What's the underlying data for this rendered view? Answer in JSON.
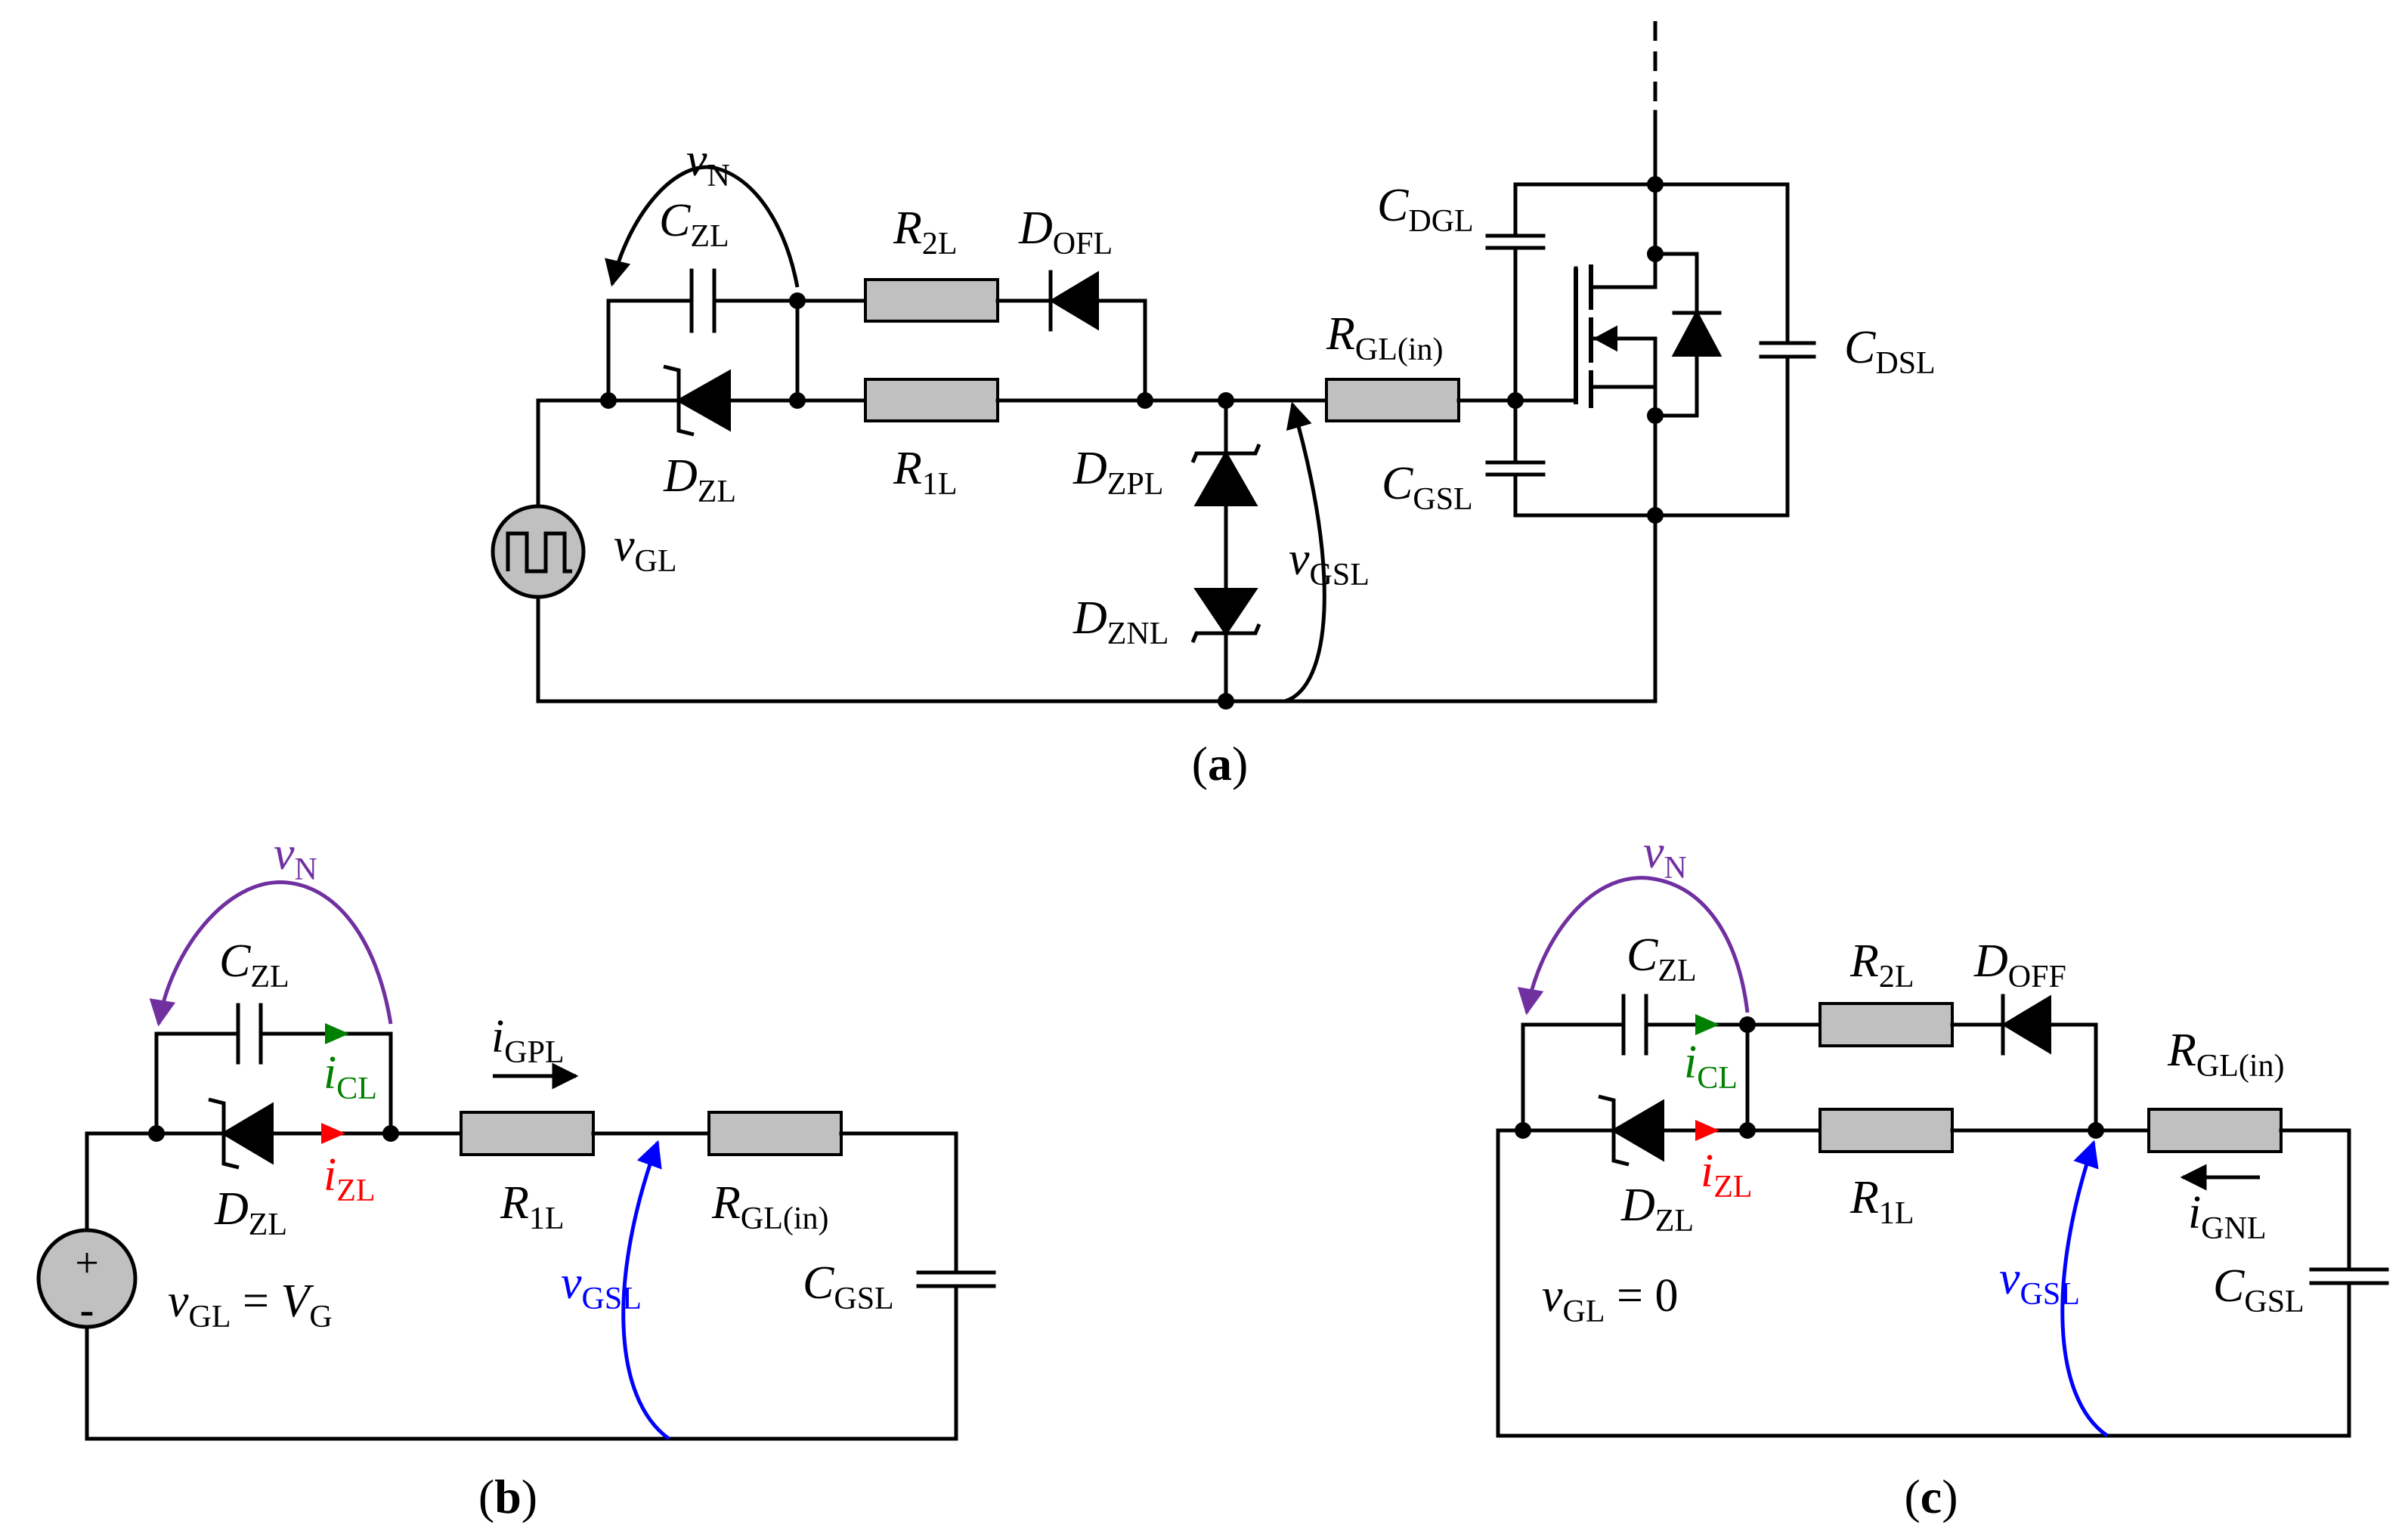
{
  "colors": {
    "wire": "#000000",
    "component_fill": "#c0c0c0",
    "vN_arrow": "#7030a0",
    "vGSL_arrow": "#0000ff",
    "iCL_arrow": "#008000",
    "iZL_arrow": "#ff0000"
  },
  "panel_a": {
    "caption": {
      "open": "(",
      "letter": "a",
      "close": ")"
    },
    "vN": {
      "main": "v",
      "sub": "N"
    },
    "CZL": {
      "main": "C",
      "sub": "ZL"
    },
    "R2L": {
      "main": "R",
      "sub": "2L"
    },
    "DOFL": {
      "main": "D",
      "sub": "OFL"
    },
    "RGLin": {
      "main": "R",
      "sub": "GL(in)"
    },
    "CDGL": {
      "main": "C",
      "sub": "DGL"
    },
    "CDSL": {
      "main": "C",
      "sub": "DSL"
    },
    "CGSL": {
      "main": "C",
      "sub": "GSL"
    },
    "DZL": {
      "main": "D",
      "sub": "ZL"
    },
    "R1L": {
      "main": "R",
      "sub": "1L"
    },
    "DZPL": {
      "main": "D",
      "sub": "ZPL"
    },
    "DZNL": {
      "main": "D",
      "sub": "ZNL"
    },
    "vGL": {
      "main": "v",
      "sub": "GL"
    },
    "vGSL": {
      "main": "v",
      "sub": "GSL"
    },
    "source_icon": "pulse-source-icon",
    "mosfet_icon": "mosfet-icon"
  },
  "panel_b": {
    "caption": {
      "open": "(",
      "letter": "b",
      "close": ")"
    },
    "vN": {
      "main": "v",
      "sub": "N"
    },
    "CZL": {
      "main": "C",
      "sub": "ZL"
    },
    "iCL": {
      "main": "i",
      "sub": "CL"
    },
    "iZL": {
      "main": "i",
      "sub": "ZL"
    },
    "DZL": {
      "main": "D",
      "sub": "ZL"
    },
    "iGPL": {
      "main": "i",
      "sub": "GPL"
    },
    "R1L": {
      "main": "R",
      "sub": "1L"
    },
    "RGLin": {
      "main": "R",
      "sub": "GL(in)"
    },
    "vGSL": {
      "main": "v",
      "sub": "GSL"
    },
    "CGSL": {
      "main": "C",
      "sub": "GSL"
    },
    "vGL_eq": {
      "main": "v",
      "sub": "GL",
      "eq": " = ",
      "rhs_main": "V",
      "rhs_sub": "G"
    },
    "source": {
      "plus": "+",
      "minus": "-"
    }
  },
  "panel_c": {
    "caption": {
      "open": "(",
      "letter": "c",
      "close": ")"
    },
    "vN": {
      "main": "v",
      "sub": "N"
    },
    "CZL": {
      "main": "C",
      "sub": "ZL"
    },
    "R2L": {
      "main": "R",
      "sub": "2L"
    },
    "DOFF": {
      "main": "D",
      "sub": "OFF"
    },
    "RGLin": {
      "main": "R",
      "sub": "GL(in)"
    },
    "iCL": {
      "main": "i",
      "sub": "CL"
    },
    "iZL": {
      "main": "i",
      "sub": "ZL"
    },
    "DZL": {
      "main": "D",
      "sub": "ZL"
    },
    "R1L": {
      "main": "R",
      "sub": "1L"
    },
    "iGNL": {
      "main": "i",
      "sub": "GNL"
    },
    "vGSL": {
      "main": "v",
      "sub": "GSL"
    },
    "CGSL": {
      "main": "C",
      "sub": "GSL"
    },
    "vGL_eq": {
      "main": "v",
      "sub": "GL",
      "eq": " = ",
      "rhs": "0"
    }
  }
}
